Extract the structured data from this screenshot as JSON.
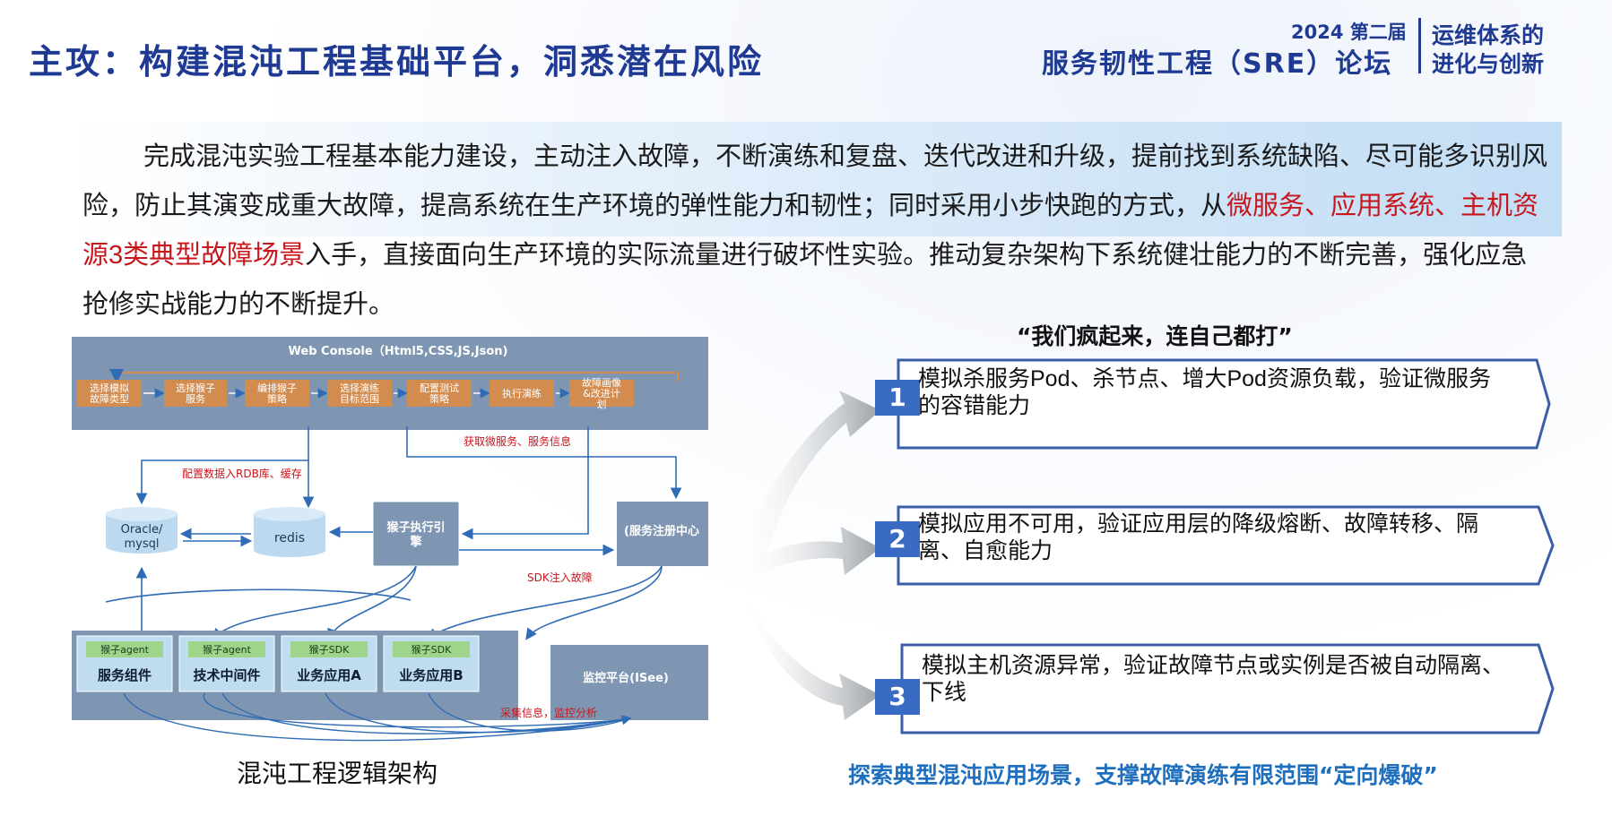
{
  "header": {
    "title": "主攻：构建混沌工程基础平台，洞悉潜在风险",
    "event_line1": "2024 第二届",
    "event_line2": "服务韧性工程（SRE）论坛",
    "badge_line1": "运维体系的",
    "badge_line2": "进化与创新"
  },
  "paragraph": {
    "part1": "完成混沌实验工程基本能力建设，主动注入故障，不断演练和复盘、迭代改进和升级，提前找到系统缺陷、尽可能多识别风险，防止其演变成重大故障，提高系统在生产环境的弹性能力和韧性；同时采用小步快跑的方式，从",
    "highlight": "微服务、应用系统、主机资源3类典型故障场景",
    "part2": "入手，直接面向生产环境的实际流量进行破坏性实验。推动复杂架构下系统健壮能力的不断完善，强化应急抢修实战能力的不断提升。"
  },
  "diagram": {
    "console_title": "Web Console（Html5,CSS,JS,Json)",
    "steps": [
      {
        "line1": "选择模拟",
        "line2": "故障类型",
        "line3": ""
      },
      {
        "line1": "选择猴子",
        "line2": "服务",
        "line3": ""
      },
      {
        "line1": "编排猴子",
        "line2": "策略",
        "line3": ""
      },
      {
        "line1": "选择演练",
        "line2": "目标范围",
        "line3": ""
      },
      {
        "line1": "配置测试",
        "line2": "策略",
        "line3": ""
      },
      {
        "line1": "执行演练",
        "line2": "",
        "line3": ""
      },
      {
        "line1": "故障画像",
        "line2": "&改进计",
        "line3": "划"
      }
    ],
    "label_rdb": "配置数据入RDB库、缓存",
    "label_fetch": "获取微服务、服务信息",
    "label_sdk": "SDK注入故障",
    "label_collect": "采集信息，监控分析",
    "oracle_line1": "Oracle/",
    "oracle_line2": "mysql",
    "redis": "redis",
    "engine_line1": "猴子执行引",
    "engine_line2": "擎",
    "registry": "(服务注册中心",
    "components": [
      {
        "tag": "猴子agent",
        "name": "服务组件"
      },
      {
        "tag": "猴子agent",
        "name": "技术中间件"
      },
      {
        "tag": "猴子SDK",
        "name": "业务应用A"
      },
      {
        "tag": "猴子SDK",
        "name": "业务应用B"
      }
    ],
    "monitor": "监控平台(ISee)",
    "caption": "混沌工程逻辑架构"
  },
  "quote": "“我们疯起来，连自己都打”",
  "cards": [
    {
      "num": "1",
      "text": "模拟杀服务Pod、杀节点、增大Pod资源负载，验证微服务的容错能力"
    },
    {
      "num": "2",
      "text": "模拟应用不可用，验证应用层的降级熔断、故障转移、隔离、自愈能力"
    },
    {
      "num": "3",
      "text": "模拟主机资源异常，验证故障节点或实例是否被自动隔离、下线"
    }
  ],
  "bottom_tag": "探索典型混沌应用场景，支撑故障演练有限范围“定向爆破”",
  "colors": {
    "brand_blue": "#1f3a93",
    "highlight_red": "#c8161d",
    "step_orange": "#d38c4f",
    "panel_slate": "#7f96b3",
    "card_border": "#3a5fa8",
    "tag_blue": "#1f6fbf"
  }
}
